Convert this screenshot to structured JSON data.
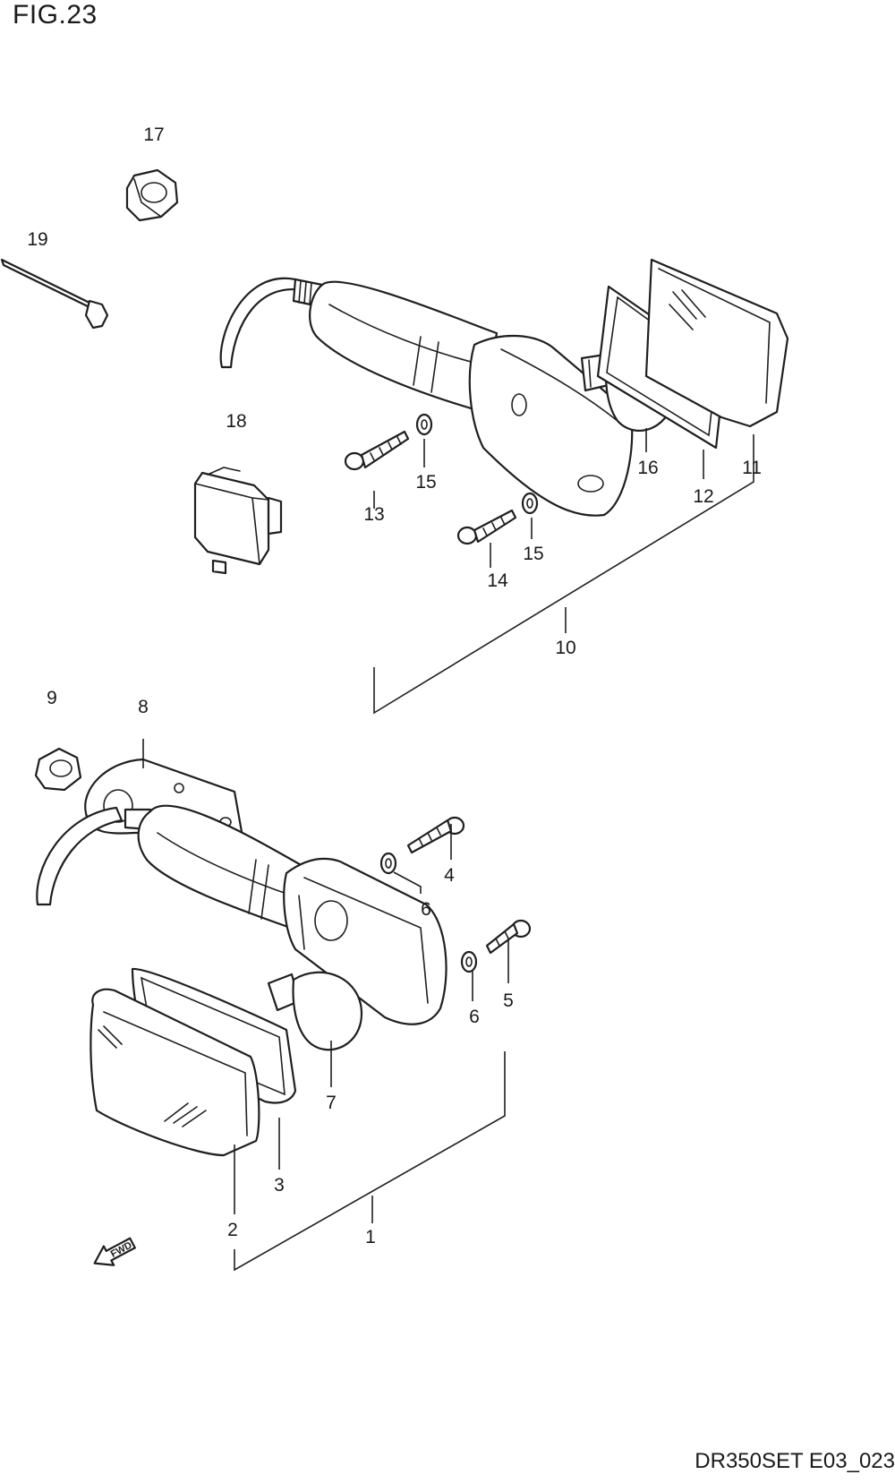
{
  "figure": {
    "title": "FIG.23",
    "code": "DR350SET E03_023"
  },
  "callouts": {
    "p1": "1",
    "p2": "2",
    "p3": "3",
    "p4": "4",
    "p5": "5",
    "p6a": "6",
    "p6b": "6",
    "p7": "7",
    "p8": "8",
    "p9": "9",
    "p10": "10",
    "p11": "11",
    "p12": "12",
    "p13": "13",
    "p14": "14",
    "p15a": "15",
    "p15b": "15",
    "p16": "16",
    "p17": "17",
    "p18": "18",
    "p19": "19"
  },
  "fwd_label": "FWD"
}
